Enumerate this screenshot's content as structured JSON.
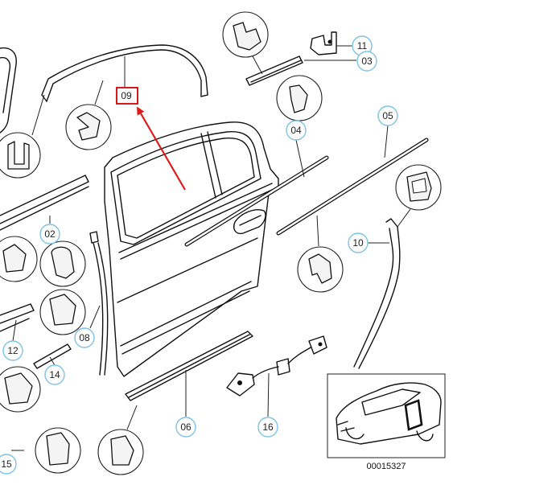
{
  "callouts": {
    "c02": "02",
    "c03": "03",
    "c04": "04",
    "c05": "05",
    "c06": "06",
    "c08": "08",
    "c09": "09",
    "c10": "10",
    "c11": "11",
    "c12": "12",
    "c14": "14",
    "c15": "15",
    "c16": "16"
  },
  "figure_number": "00015327",
  "colors": {
    "callout_ring": "#7fc4e6",
    "highlight": "#d41a1a",
    "arrow": "#e01a1a"
  }
}
